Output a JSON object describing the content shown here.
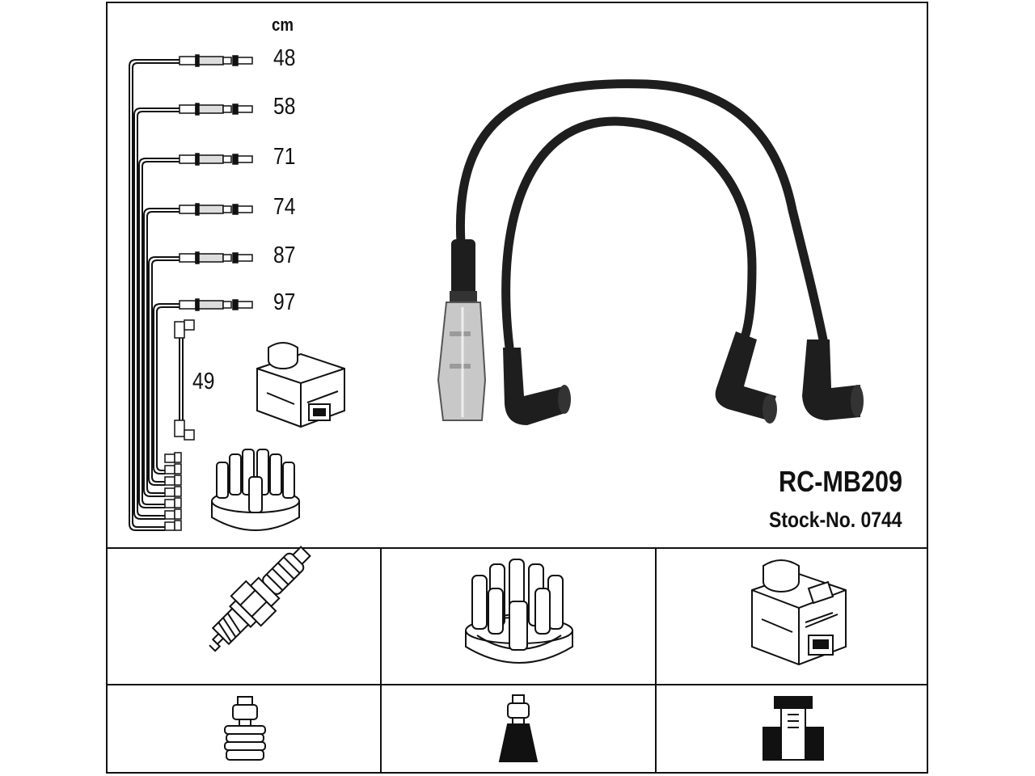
{
  "unit_label": "cm",
  "cable_lengths": [
    "48",
    "58",
    "71",
    "74",
    "87",
    "97"
  ],
  "coil_cable_length": "49",
  "product": {
    "model": "RC-MB209",
    "stock_no": "Stock-No. 0744"
  },
  "component_icons": [
    "spark-plug-icon",
    "distributor-cap-icon",
    "ignition-coil-icon",
    "spark-plug-terminal-icon",
    "distributor-terminal-icon",
    "coil-terminal-icon"
  ],
  "colors": {
    "line": "#111111",
    "cable": "#1e1e1e",
    "metal": "#bfbfbf",
    "background": "#ffffff"
  }
}
